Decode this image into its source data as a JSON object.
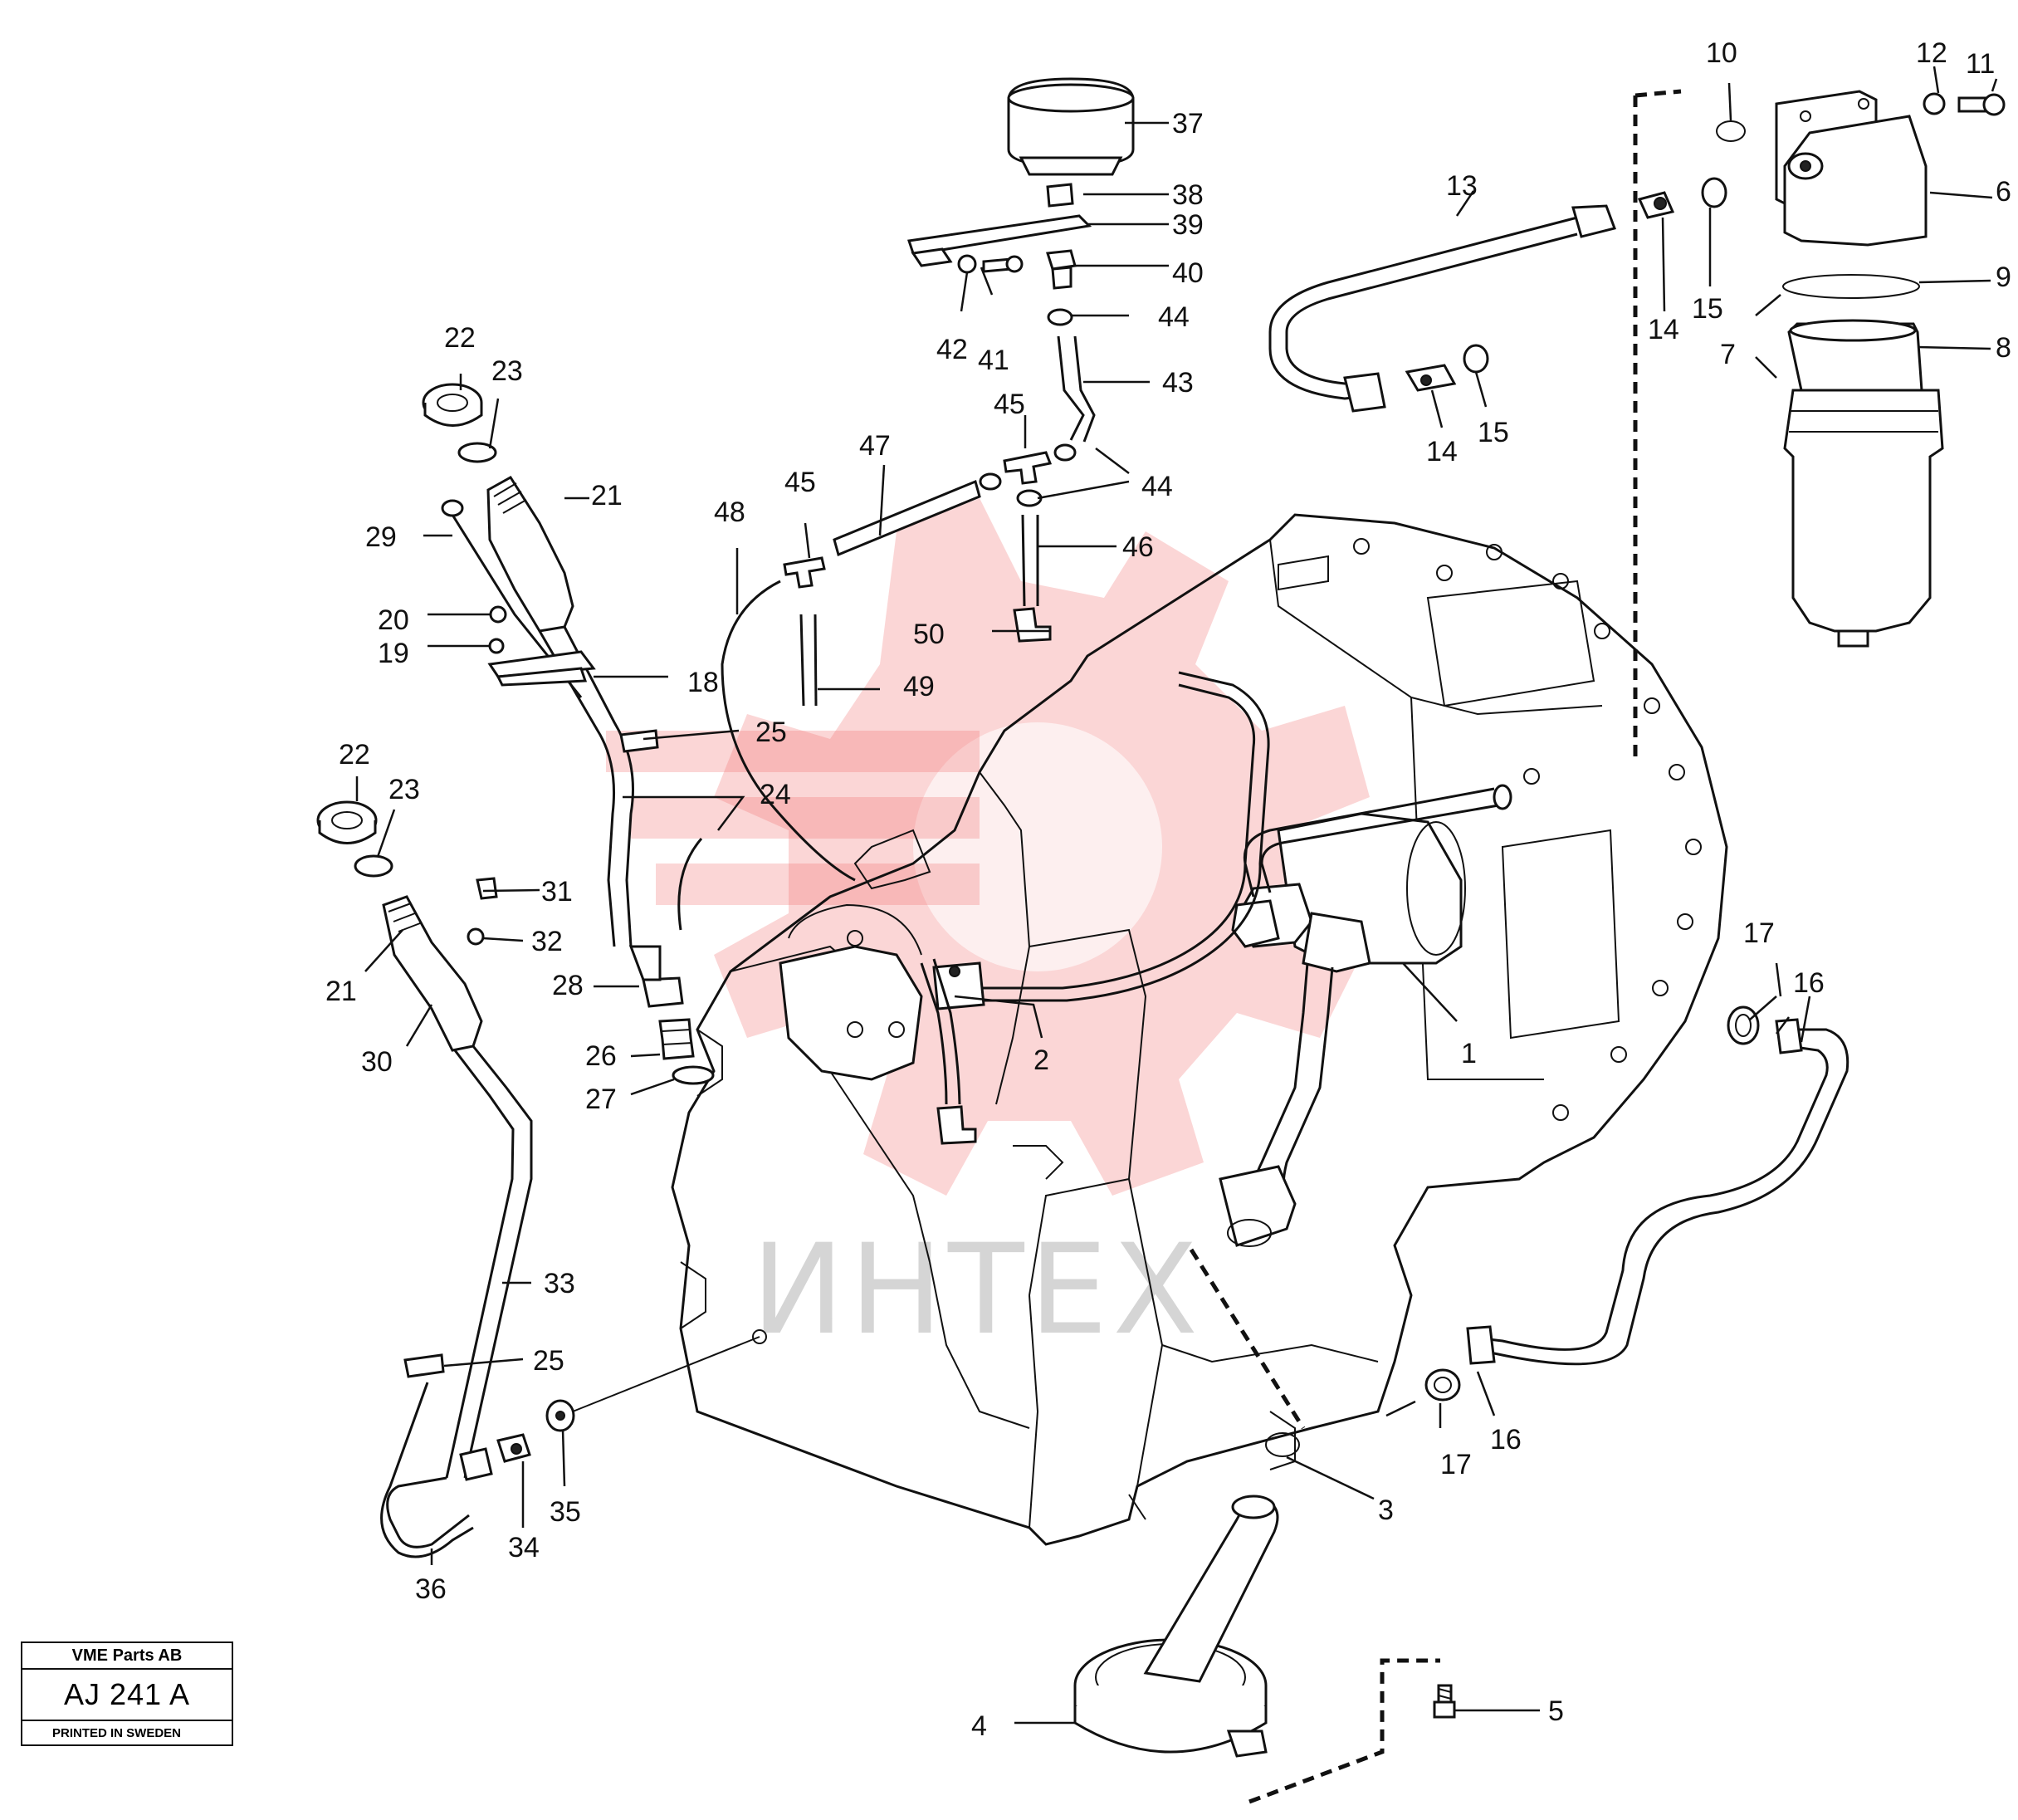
{
  "watermark": {
    "text": "ИНТЕХ",
    "color": "#f26a6a"
  },
  "title_block": {
    "company": "VME Parts AB",
    "code": "AJ 241 A",
    "printed": "PRINTED IN SWEDEN"
  },
  "callouts": {
    "c1": "1",
    "c2": "2",
    "c3": "3",
    "c4": "4",
    "c5": "5",
    "c6": "6",
    "c7": "7",
    "c8": "8",
    "c9": "9",
    "c10": "10",
    "c11": "11",
    "c12": "12",
    "c13": "13",
    "c14a": "14",
    "c14b": "14",
    "c15a": "15",
    "c15b": "15",
    "c16a": "16",
    "c16b": "16",
    "c17a": "17",
    "c17b": "17",
    "c18": "18",
    "c19": "19",
    "c20": "20",
    "c21a": "21",
    "c21b": "21",
    "c22a": "22",
    "c22b": "22",
    "c23a": "23",
    "c23b": "23",
    "c24": "24",
    "c25a": "25",
    "c25b": "25",
    "c26": "26",
    "c27": "27",
    "c28": "28",
    "c29": "29",
    "c30": "30",
    "c31": "31",
    "c32": "32",
    "c33": "33",
    "c34": "34",
    "c35": "35",
    "c36": "36",
    "c37": "37",
    "c38": "38",
    "c39": "39",
    "c40": "40",
    "c41": "41",
    "c42": "42",
    "c43": "43",
    "c44a": "44",
    "c44b": "44",
    "c45a": "45",
    "c45b": "45",
    "c46": "46",
    "c47": "47",
    "c48": "48",
    "c49": "49",
    "c50": "50"
  }
}
